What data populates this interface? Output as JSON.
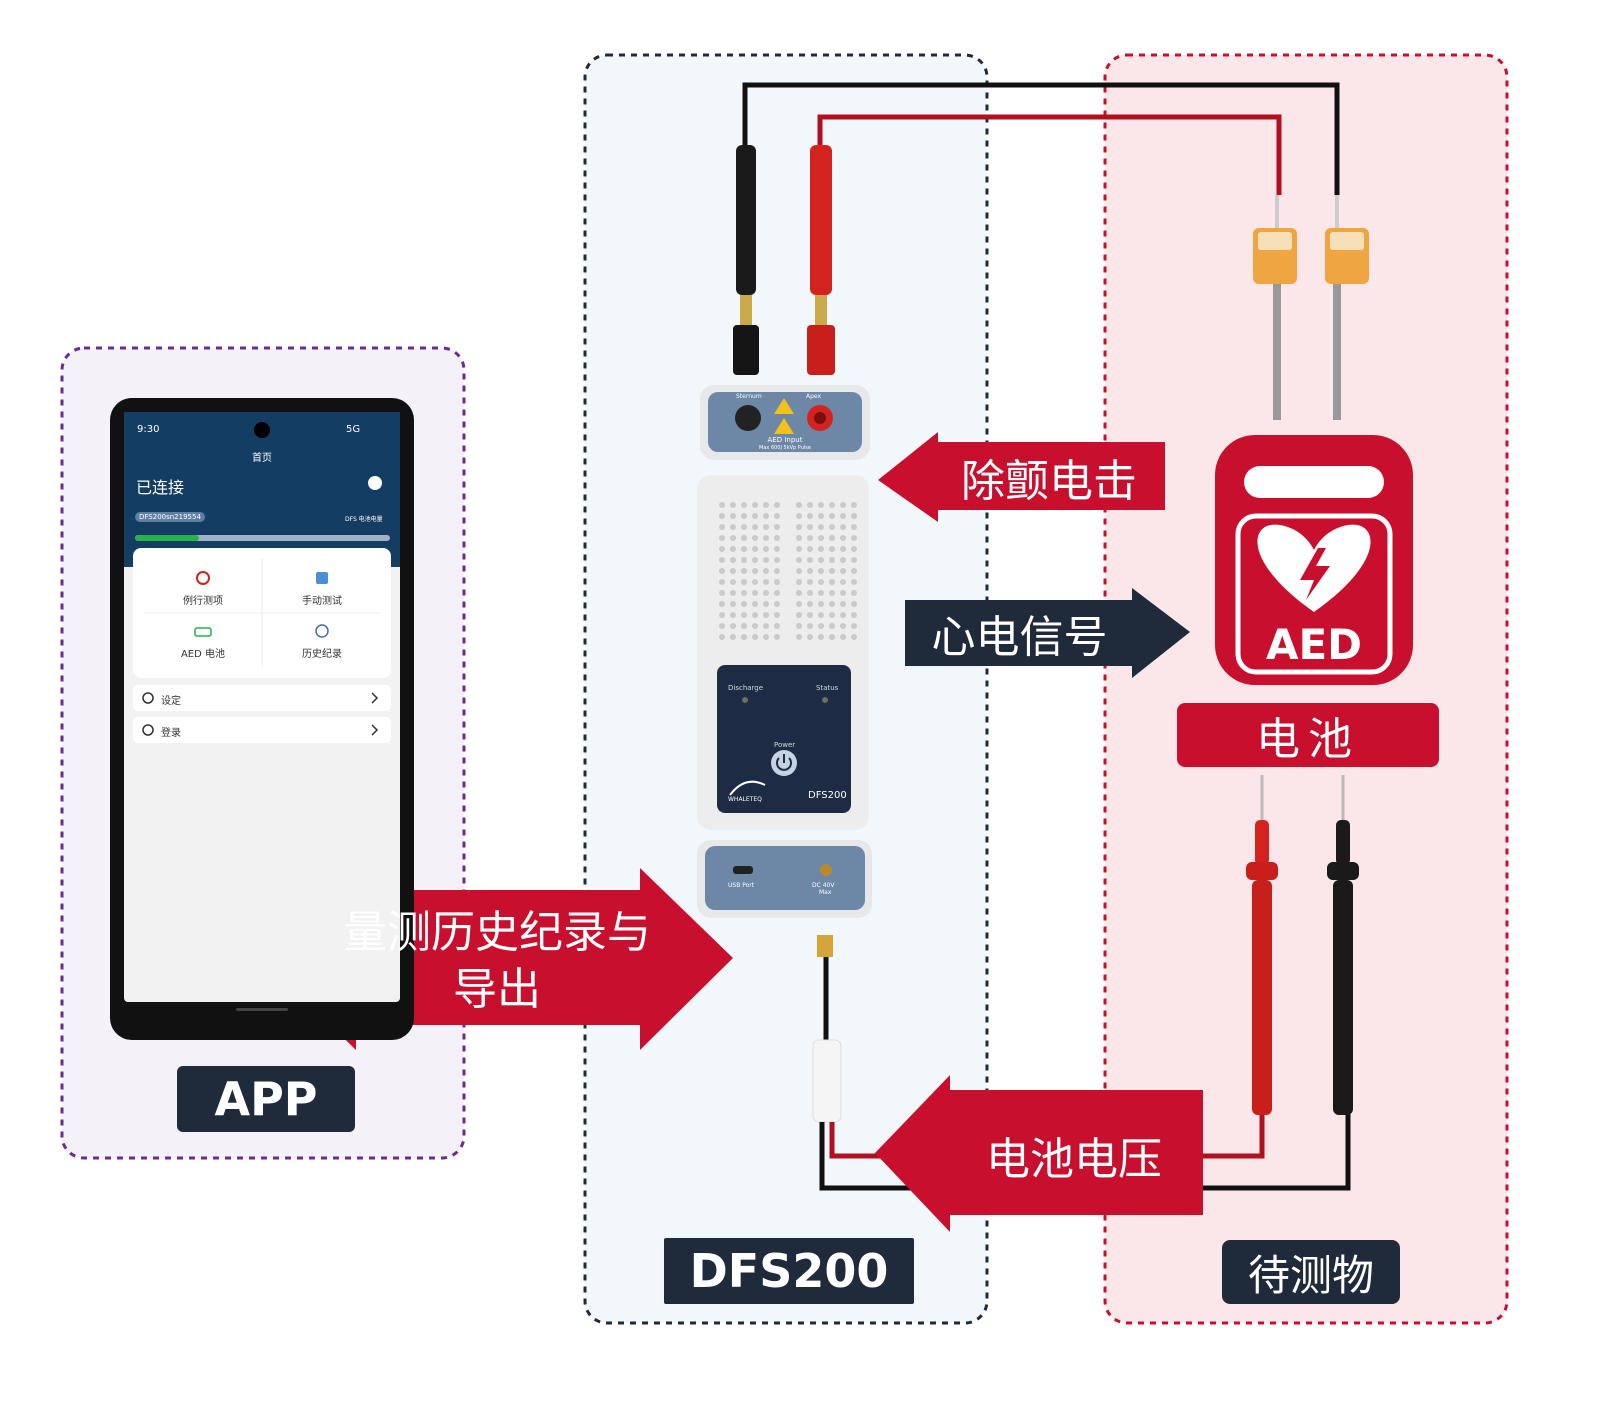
{
  "groups": {
    "app": {
      "label": "APP",
      "border": "#6b2c91",
      "bg": "#f4f1f8"
    },
    "dfs200": {
      "label": "DFS200",
      "border": "#1f2b3b",
      "bg": "#f2f7fb"
    },
    "dut": {
      "label": "待测物",
      "border": "#c8102e",
      "bg": "#fbe7ea"
    }
  },
  "arrows": {
    "shock": "除颤电击",
    "ecg": "心电信号",
    "export_line1": "量测历史纪录与",
    "export_line2": "导出",
    "battery_voltage": "电池电压"
  },
  "aed": {
    "text": "AED",
    "battery_label": "电池"
  },
  "colors": {
    "red": "#c8102e",
    "navy": "#1f2b3b",
    "gray": "#e9eaec"
  },
  "phone": {
    "time": "9:30",
    "signal": "5G",
    "page_title": "首页",
    "status": "已连接",
    "device_id": "DFS200sn219554",
    "battery_label": "DFS 电池电量",
    "tiles": [
      "例行测项",
      "手动测试",
      "AED 电池",
      "历史纪录"
    ],
    "menu": [
      "设定",
      "登录"
    ]
  },
  "device": {
    "input_left": "Sternum",
    "input_right": "Apex",
    "input_title": "AED Input",
    "input_sub": "Max 600J 5kVp Pulse",
    "discharge": "Discharge",
    "status": "Status",
    "power": "Power",
    "brand": "WHALETEQ",
    "model": "DFS200",
    "usb": "USB Port",
    "dc": "DC 40V",
    "dc_sub": "Max"
  }
}
